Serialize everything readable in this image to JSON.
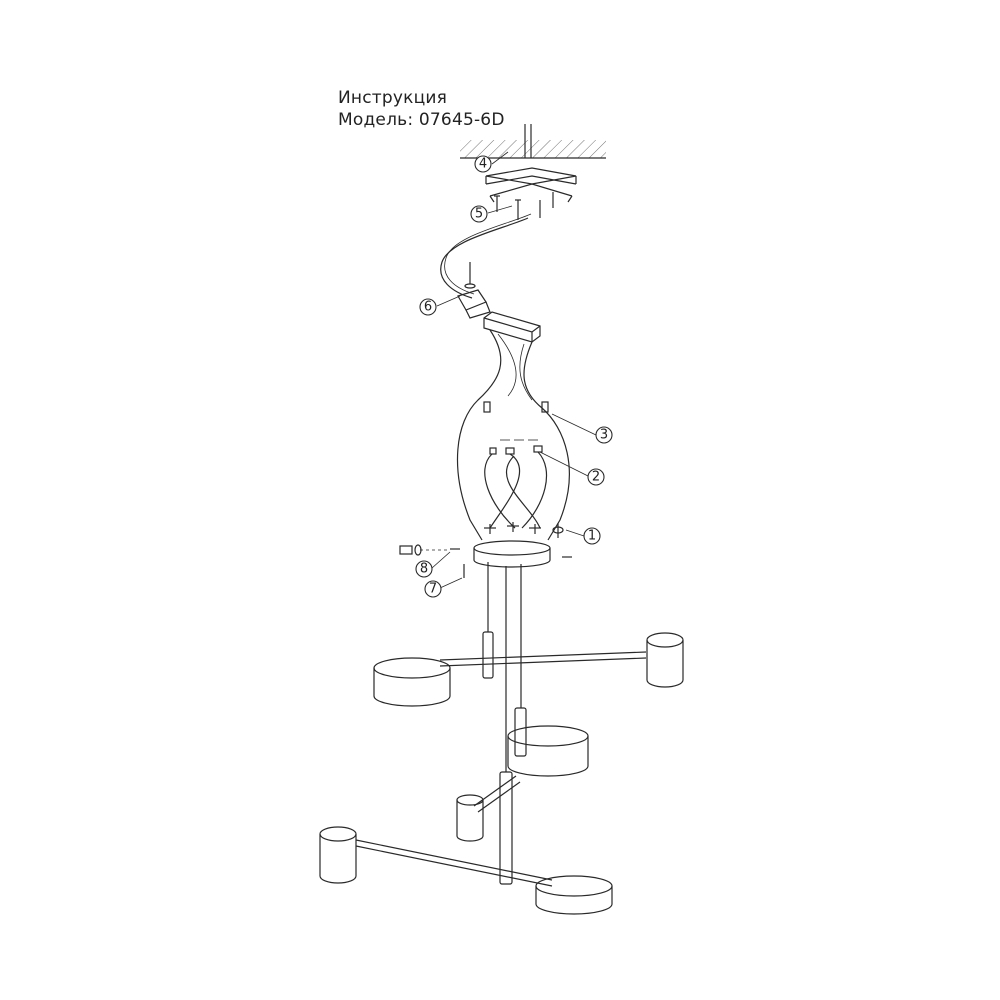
{
  "header": {
    "title": "Инструкция",
    "model": "Модель: 07645-6D"
  },
  "callouts": [
    "1",
    "2",
    "3",
    "4",
    "5",
    "6",
    "7",
    "8"
  ],
  "colors": {
    "line": "#2a2a2a",
    "background": "#ffffff"
  }
}
